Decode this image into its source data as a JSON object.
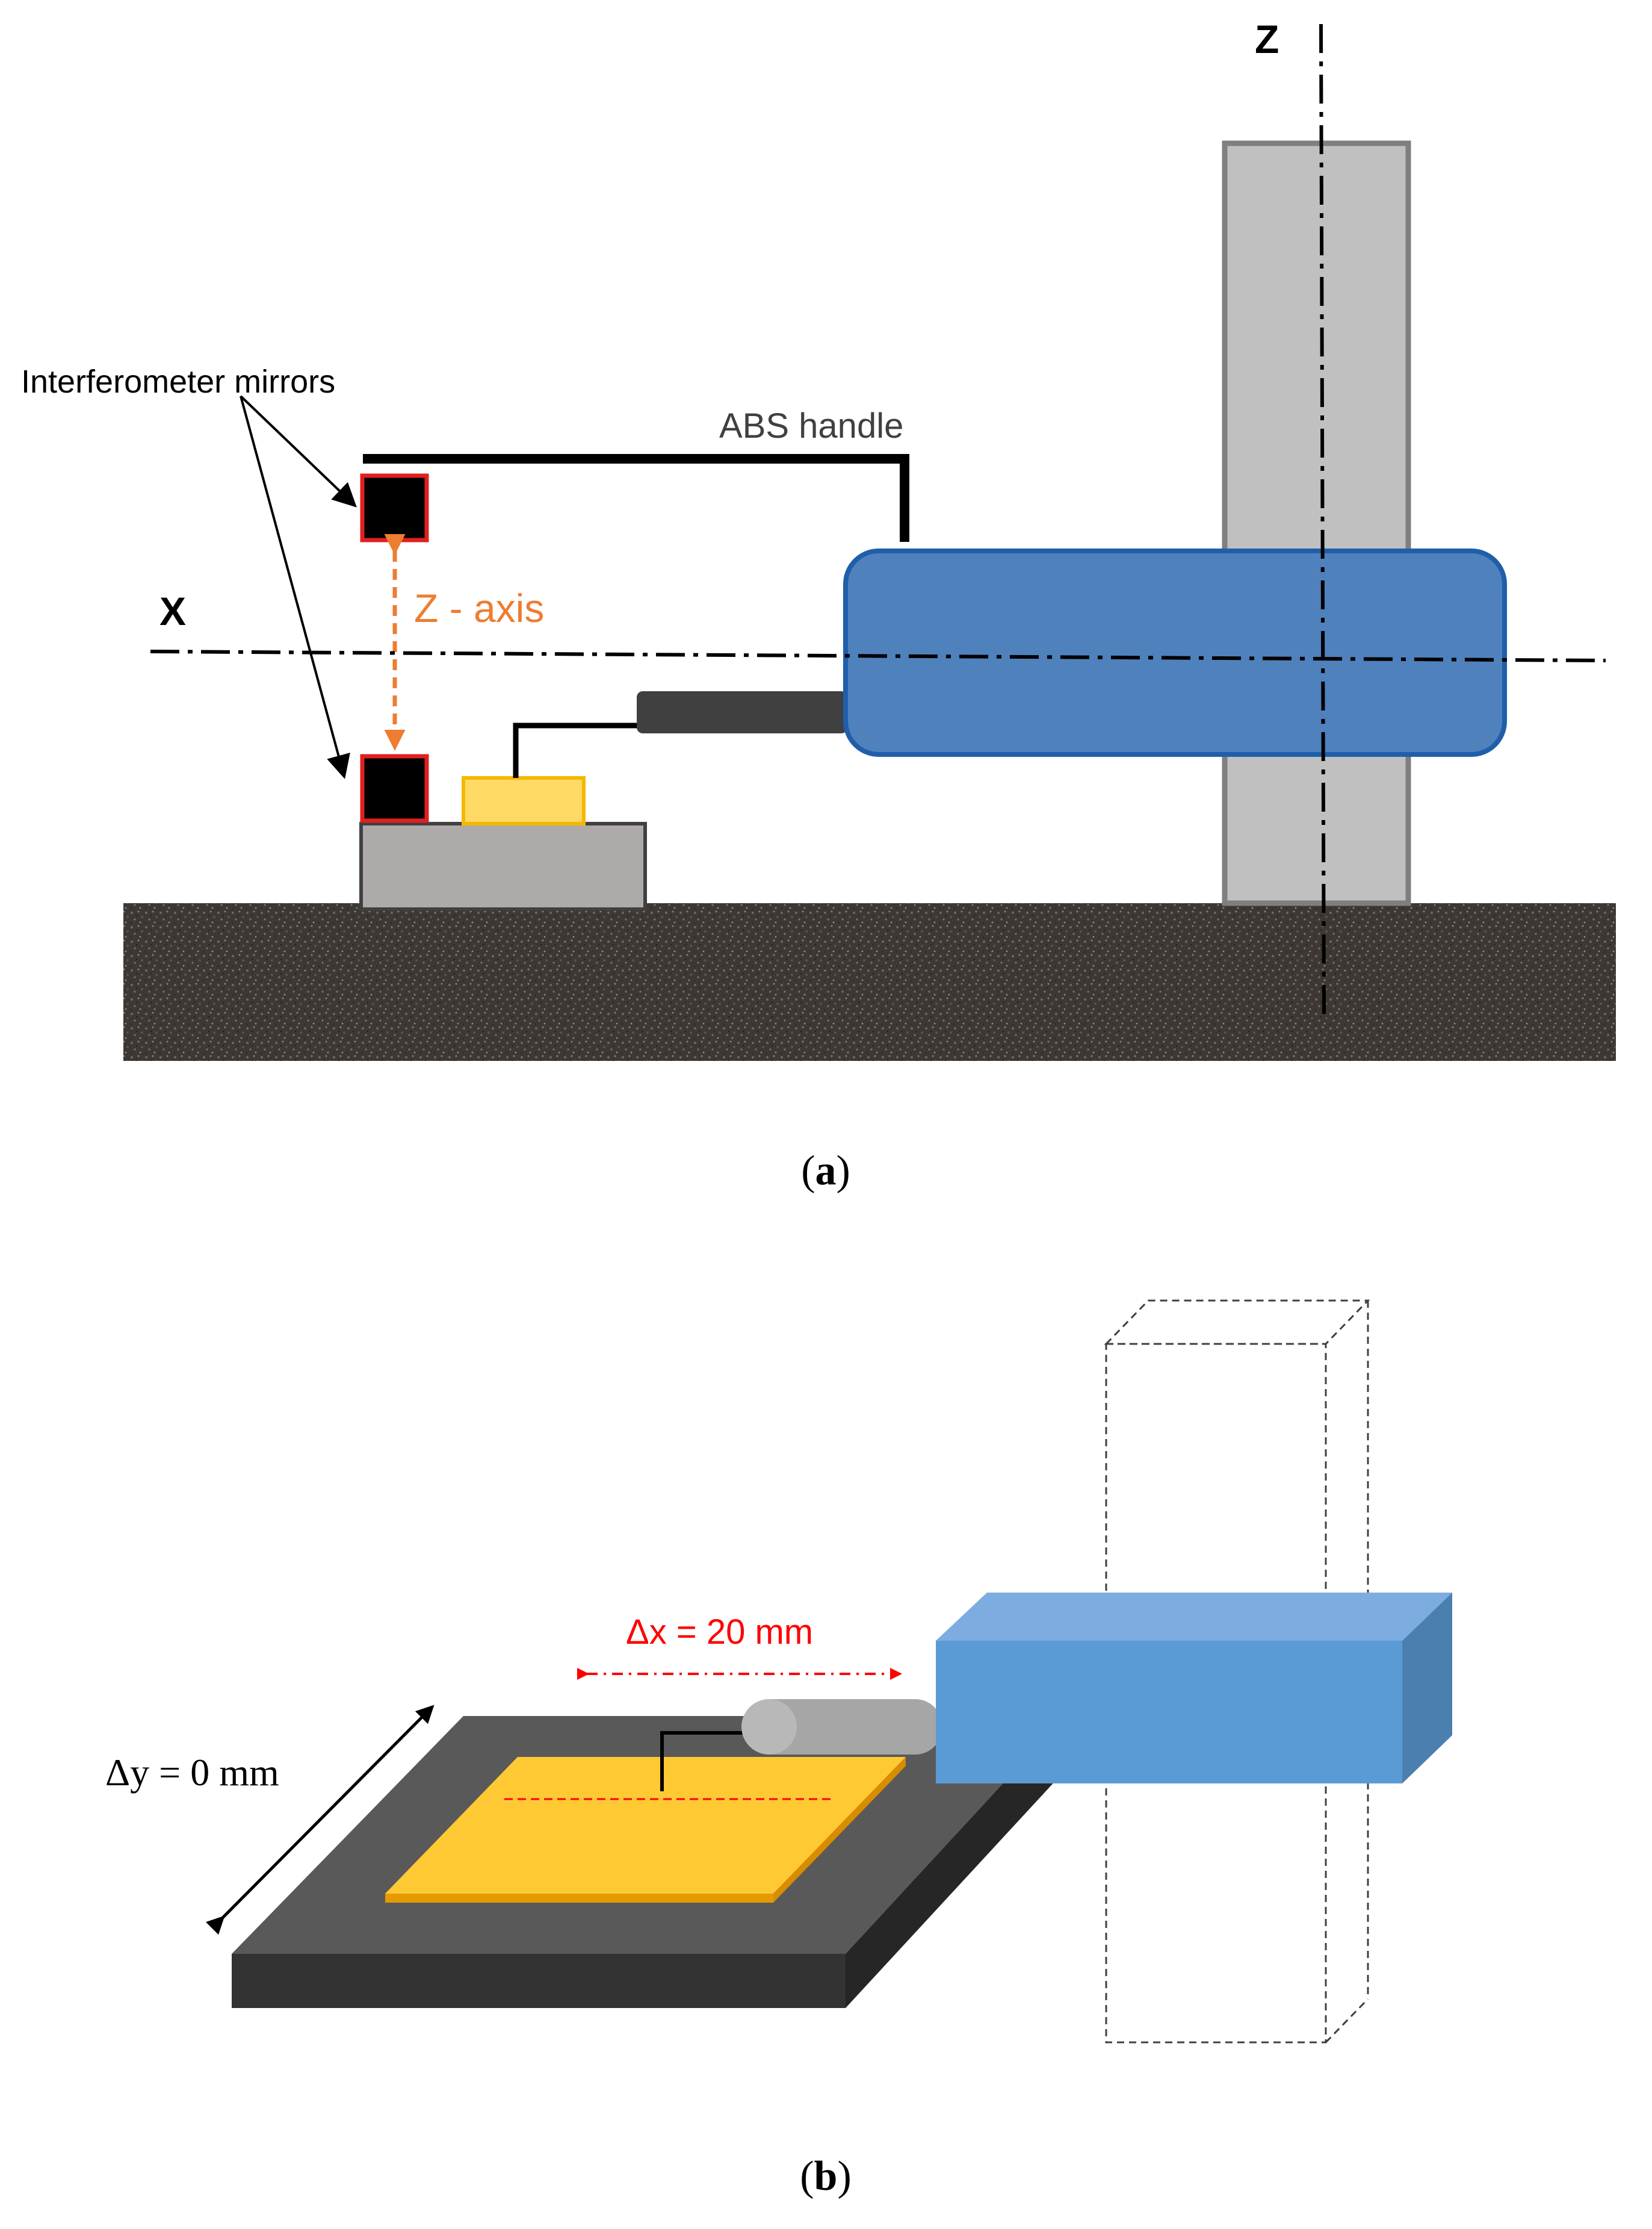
{
  "panel_a": {
    "caption_letter": "a",
    "mirrors_label": "Interferometer mirrors",
    "handle_label": "ABS handle",
    "z_axis_label": "Z - axis",
    "x_axis_label": "X",
    "z_label": "Z",
    "colors": {
      "mirror_fill": "#000000",
      "mirror_border": "#e02020",
      "z_axis_orange": "#ed7d31",
      "probe_head_blue": "#4f81bd",
      "column_gray": "#c0c0c0",
      "sample_yellow": "#ffd966",
      "base_gray": "#aeaaaa",
      "ground": "#3a3530"
    }
  },
  "panel_b": {
    "caption_letter": "b",
    "dx_label": "Δx = 20 mm",
    "dy_label": "Δy = 0 mm",
    "colors": {
      "dx_red": "#ff0000",
      "sample_yellow": "#ffc933",
      "platform_dark": "#595959",
      "block_blue": "#5b9bd5"
    }
  }
}
